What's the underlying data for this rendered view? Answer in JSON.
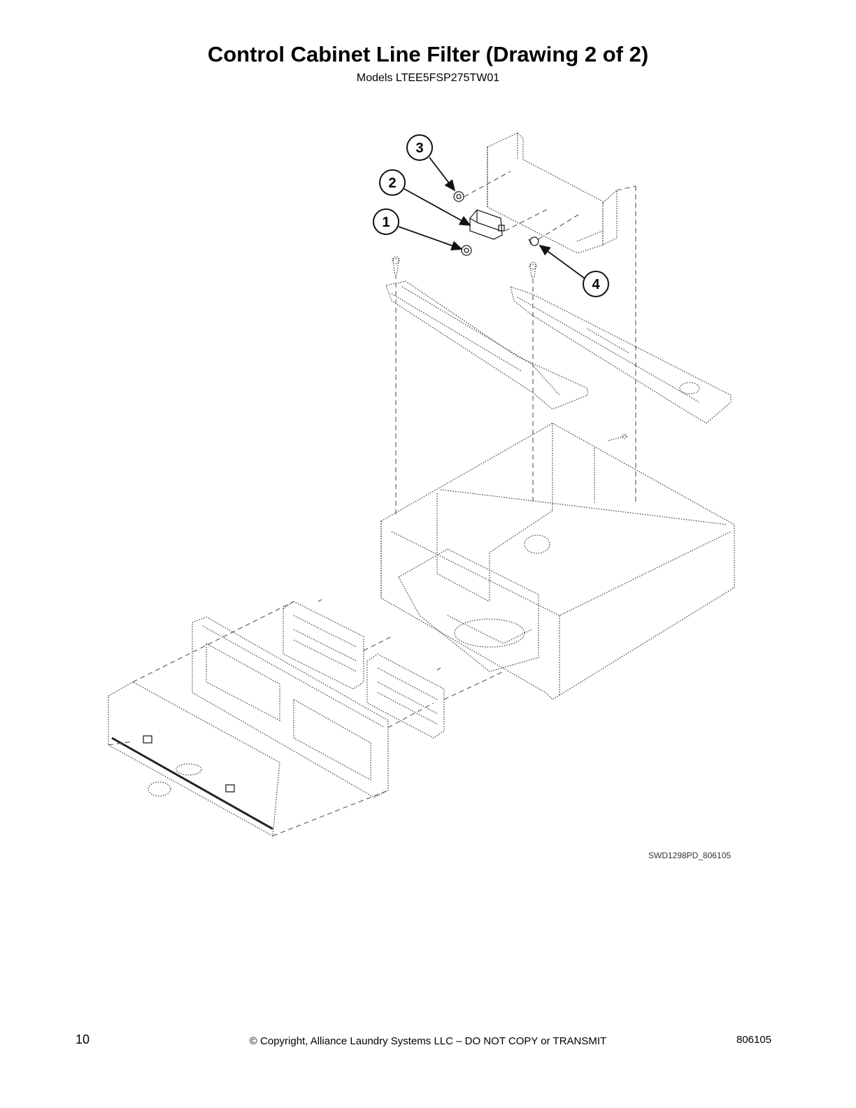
{
  "header": {
    "title": "Control Cabinet Line Filter (Drawing 2 of 2)",
    "subtitle": "Models LTEE5FSP275TW01"
  },
  "diagram": {
    "drawing_id": "SWD1298PD_806105",
    "callouts": [
      "1",
      "2",
      "3",
      "4"
    ]
  },
  "footer": {
    "page_number": "10",
    "copyright": "© Copyright, Alliance Laundry Systems LLC – DO NOT COPY or TRANSMIT",
    "document_number": "806105"
  }
}
